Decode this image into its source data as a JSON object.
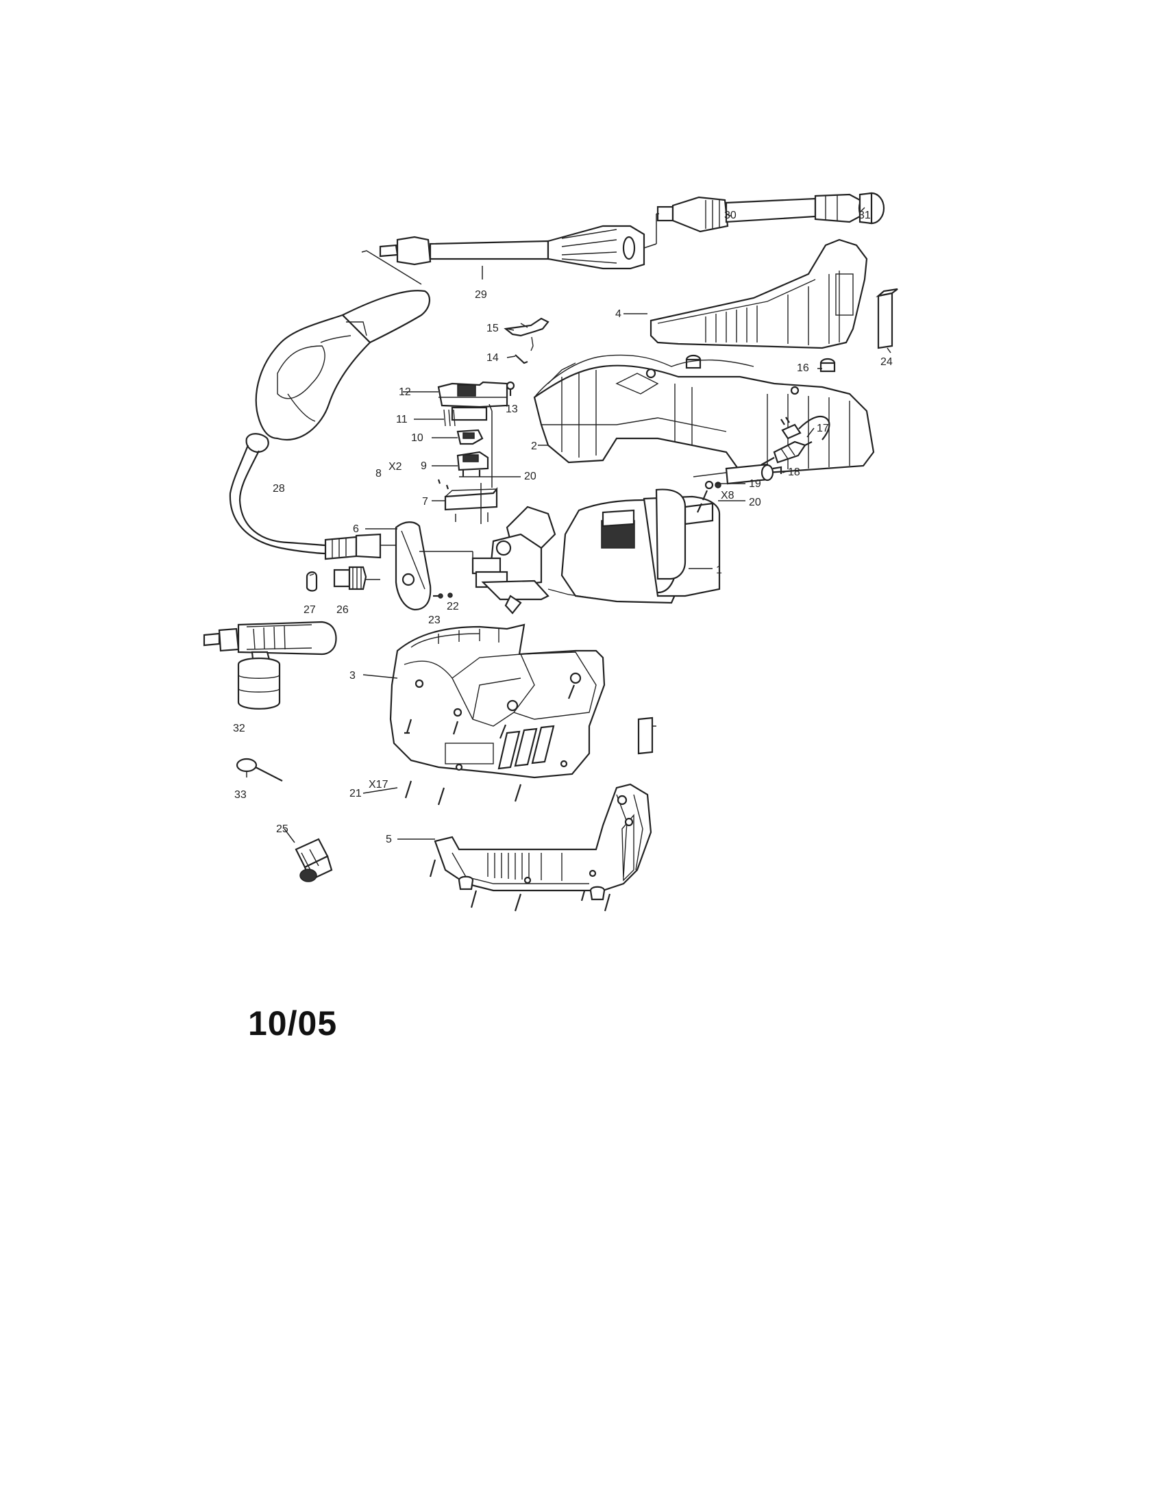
{
  "date_code": "10/05",
  "callouts": [
    {
      "id": "1",
      "text": "1"
    },
    {
      "id": "2",
      "text": "2"
    },
    {
      "id": "3",
      "text": "3"
    },
    {
      "id": "4",
      "text": "4"
    },
    {
      "id": "5",
      "text": "5"
    },
    {
      "id": "6",
      "text": "6"
    },
    {
      "id": "7",
      "text": "7"
    },
    {
      "id": "8",
      "text": "8"
    },
    {
      "id": "8q",
      "text": "X2"
    },
    {
      "id": "9",
      "text": "9"
    },
    {
      "id": "10",
      "text": "10"
    },
    {
      "id": "11",
      "text": "11"
    },
    {
      "id": "12",
      "text": "12"
    },
    {
      "id": "13",
      "text": "13"
    },
    {
      "id": "14",
      "text": "14"
    },
    {
      "id": "15",
      "text": "15"
    },
    {
      "id": "16",
      "text": "16"
    },
    {
      "id": "17",
      "text": "17"
    },
    {
      "id": "18",
      "text": "18"
    },
    {
      "id": "19",
      "text": "19"
    },
    {
      "id": "20a",
      "text": "20"
    },
    {
      "id": "20b",
      "text": "20"
    },
    {
      "id": "20q",
      "text": "X8"
    },
    {
      "id": "21",
      "text": "21"
    },
    {
      "id": "21q",
      "text": "X17"
    },
    {
      "id": "22",
      "text": "22"
    },
    {
      "id": "23",
      "text": "23"
    },
    {
      "id": "24",
      "text": "24"
    },
    {
      "id": "25",
      "text": "25"
    },
    {
      "id": "26",
      "text": "26"
    },
    {
      "id": "27",
      "text": "27"
    },
    {
      "id": "28",
      "text": "28"
    },
    {
      "id": "29",
      "text": "29"
    },
    {
      "id": "30",
      "text": "30"
    },
    {
      "id": "31",
      "text": "31"
    },
    {
      "id": "32",
      "text": "32"
    },
    {
      "id": "33",
      "text": "33"
    }
  ]
}
